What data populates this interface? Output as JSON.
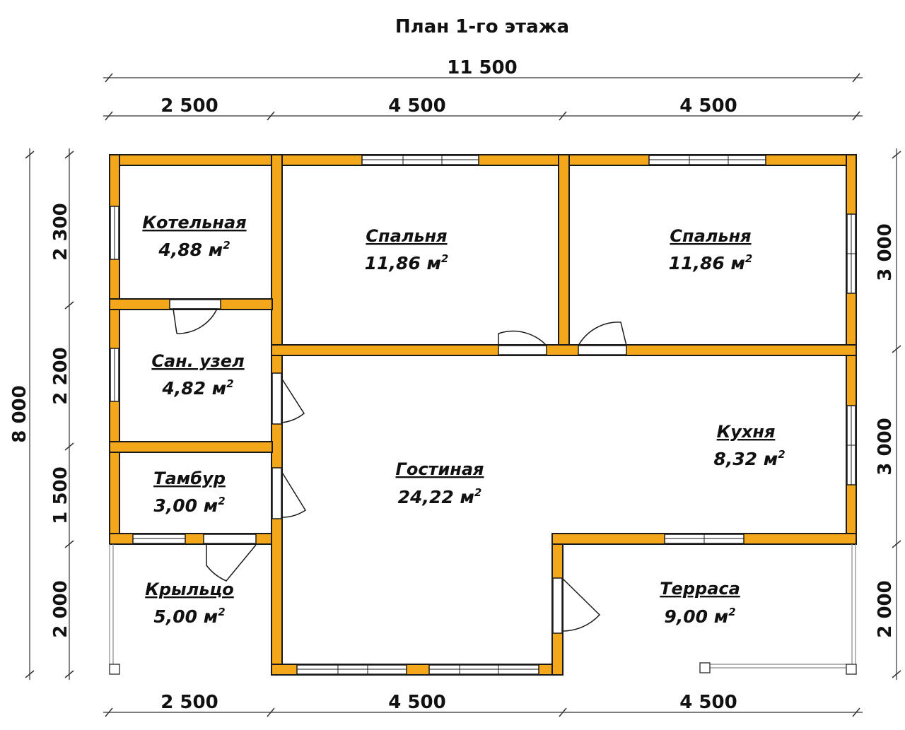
{
  "title": "План 1-го этажа",
  "overall_width": "11 500",
  "overall_height": "8 000",
  "top_dims": [
    "2 500",
    "4 500",
    "4 500"
  ],
  "bottom_dims": [
    "2 500",
    "4 500",
    "4 500"
  ],
  "left_dims": [
    "2 300",
    "2 200",
    "1 500",
    "2 000"
  ],
  "right_dims": [
    "3 000",
    "3 000",
    "2 000"
  ],
  "area_unit": "м",
  "area_power": "2",
  "rooms": [
    {
      "name": "Котельная",
      "area": "4,88"
    },
    {
      "name": "Спальня",
      "area": "11,86"
    },
    {
      "name": "Спальня",
      "area": "11,86"
    },
    {
      "name": "Сан. узел",
      "area": "4,82"
    },
    {
      "name": "Кухня",
      "area": "8,32"
    },
    {
      "name": "Тамбур",
      "area": "3,00"
    },
    {
      "name": "Гостиная",
      "area": "24,22"
    },
    {
      "name": "Крыльцо",
      "area": "5,00"
    },
    {
      "name": "Терраса",
      "area": "9,00"
    }
  ],
  "colors": {
    "wall": "#f3a81c",
    "line": "#1a1a1a",
    "background": "#ffffff"
  }
}
